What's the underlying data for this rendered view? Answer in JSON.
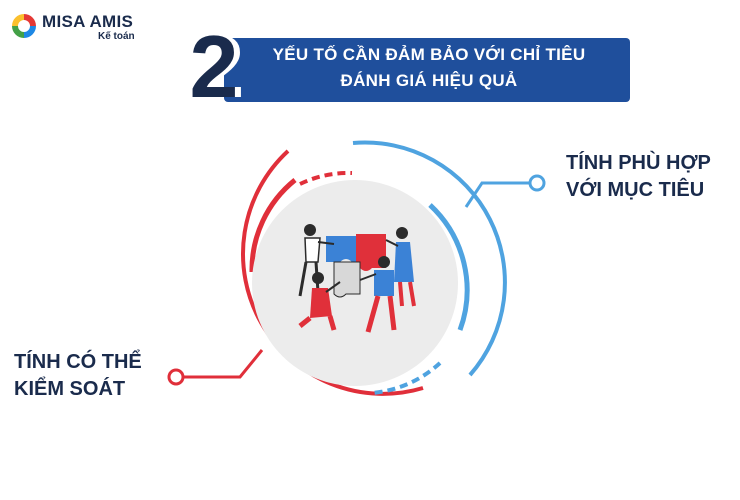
{
  "brand": {
    "name": "MISA AMIS",
    "sub": "Kế toán",
    "colors": [
      "#e53935",
      "#1e88e5",
      "#43a047",
      "#fbc02d"
    ]
  },
  "title": {
    "number": "2",
    "line1": "YẾU TỐ CẦN ĐẢM BẢO VỚI CHỈ TIÊU",
    "line2": "ĐÁNH GIÁ HIỆU QUẢ",
    "banner_color": "#1f4f9c",
    "number_color": "#1a2b4c"
  },
  "diagram": {
    "center_illustration": "team-puzzle-illustration",
    "ring_colors": {
      "blue": "#4fa3e0",
      "red": "#e02f3a",
      "center_fill": "#ececec"
    },
    "right_label": {
      "line1": "TÍNH PHÙ HỢP",
      "line2": "VỚI MỤC TIÊU"
    },
    "left_label": {
      "line1": "TÍNH CÓ THỂ",
      "line2": "KIỂM SOÁT"
    }
  }
}
